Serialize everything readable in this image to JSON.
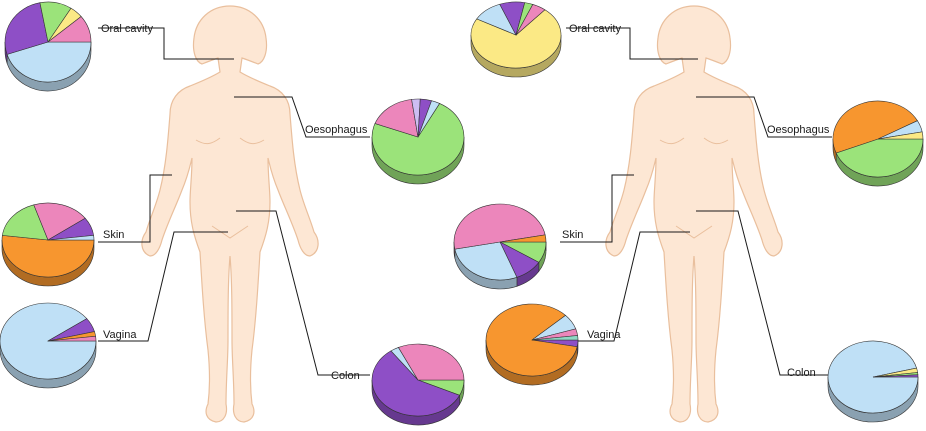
{
  "colors": {
    "skin": "#fde7d4",
    "skin_outline": "#e9bf9d",
    "leader_line": "#1a1a1a",
    "light_blue": "#bfe0f6",
    "blue": "#3a8fcf",
    "purple": "#8e4fc6",
    "green": "#9be37a",
    "pink": "#ec86bb",
    "orange": "#f7962f",
    "yellow": "#fbe985",
    "lavender": "#cdbdf2",
    "teal": "#8fd7c4"
  },
  "panels": [
    {
      "sites": [
        {
          "label": "Oral cavity",
          "slices": [
            {
              "color": "light_blue",
              "percent": 45
            },
            {
              "color": "purple",
              "percent": 27
            },
            {
              "color": "green",
              "percent": 12
            },
            {
              "color": "yellow",
              "percent": 5
            },
            {
              "color": "pink",
              "percent": 11
            }
          ]
        },
        {
          "label": "Oesophagus",
          "slices": [
            {
              "color": "green",
              "percent": 73
            },
            {
              "color": "pink",
              "percent": 17
            },
            {
              "color": "lavender",
              "percent": 3
            },
            {
              "color": "purple",
              "percent": 4
            },
            {
              "color": "light_blue",
              "percent": 3
            }
          ]
        },
        {
          "label": "Skin",
          "slices": [
            {
              "color": "orange",
              "percent": 52
            },
            {
              "color": "green",
              "percent": 18
            },
            {
              "color": "pink",
              "percent": 20
            },
            {
              "color": "purple",
              "percent": 8
            },
            {
              "color": "light_blue",
              "percent": 2
            }
          ]
        },
        {
          "label": "Vagina",
          "slices": [
            {
              "color": "light_blue",
              "percent": 90
            },
            {
              "color": "purple",
              "percent": 6
            },
            {
              "color": "orange",
              "percent": 2
            },
            {
              "color": "pink",
              "percent": 2
            }
          ]
        },
        {
          "label": "Colon",
          "slices": [
            {
              "color": "green",
              "percent": 7
            },
            {
              "color": "purple",
              "percent": 58
            },
            {
              "color": "light_blue",
              "percent": 3
            },
            {
              "color": "pink",
              "percent": 32
            }
          ]
        }
      ]
    },
    {
      "sites": [
        {
          "label": "Oral cavity",
          "slices": [
            {
              "color": "yellow",
              "percent": 72
            },
            {
              "color": "light_blue",
              "percent": 11
            },
            {
              "color": "purple",
              "percent": 9
            },
            {
              "color": "green",
              "percent": 3
            },
            {
              "color": "pink",
              "percent": 5
            }
          ]
        },
        {
          "label": "Oesophagus",
          "slices": [
            {
              "color": "green",
              "percent": 44
            },
            {
              "color": "orange",
              "percent": 48
            },
            {
              "color": "light_blue",
              "percent": 5
            },
            {
              "color": "yellow",
              "percent": 3
            }
          ]
        },
        {
          "label": "Skin",
          "slices": [
            {
              "color": "green",
              "percent": 9
            },
            {
              "color": "purple",
              "percent": 10
            },
            {
              "color": "light_blue",
              "percent": 28
            },
            {
              "color": "pink",
              "percent": 50
            },
            {
              "color": "orange",
              "percent": 3
            }
          ]
        },
        {
          "label": "Vagina",
          "slices": [
            {
              "color": "purple",
              "percent": 3
            },
            {
              "color": "orange",
              "percent": 85
            },
            {
              "color": "light_blue",
              "percent": 7
            },
            {
              "color": "pink",
              "percent": 3
            },
            {
              "color": "teal",
              "percent": 2
            }
          ]
        },
        {
          "label": "Colon",
          "slices": [
            {
              "color": "light_blue",
              "percent": 96
            },
            {
              "color": "yellow",
              "percent": 2
            },
            {
              "color": "green",
              "percent": 1
            },
            {
              "color": "purple",
              "percent": 1
            }
          ]
        }
      ]
    }
  ]
}
